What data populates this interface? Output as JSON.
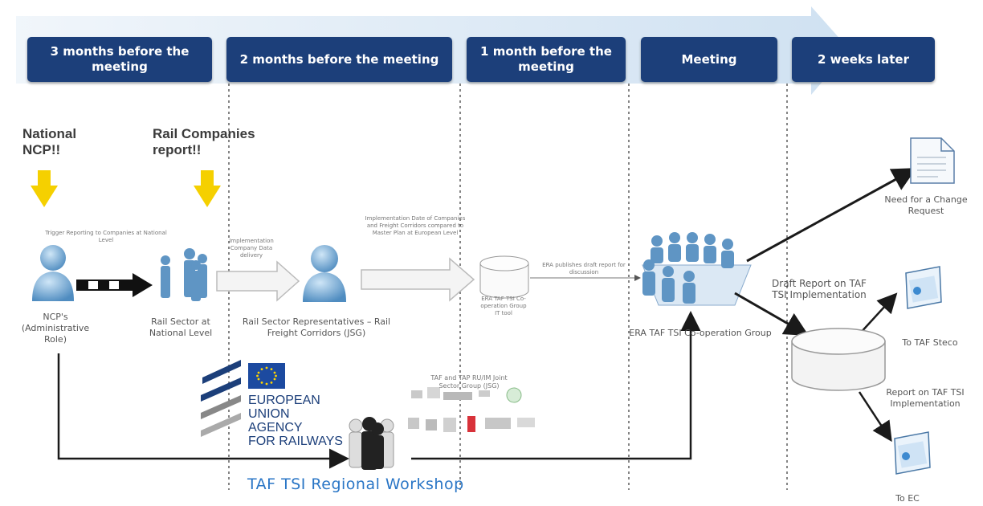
{
  "phases": [
    {
      "label": "3 months before the meeting"
    },
    {
      "label": "2 months before the meeting"
    },
    {
      "label": "1 month before the meeting"
    },
    {
      "label": "Meeting"
    },
    {
      "label": "2 weeks later"
    }
  ],
  "callouts": {
    "national_ncp": "National NCP!!",
    "rail_report": "Rail Companies report!!"
  },
  "actors": {
    "ncp": "NCP's (Administrative Role)",
    "rail_sector": "Rail Sector at National Level",
    "representatives": "Rail Sector Representatives – Rail Freight Corridors (JSG)",
    "it_tool": "ERA TAF TSI Co-operation Group IT tool",
    "coop_group": "ERA TAF TSI Co-operation Group"
  },
  "flow_notes": {
    "trigger": "Trigger Reporting to Companies at National Level",
    "implementation_data": "Implementation Company Data delivery",
    "compare": "Implementation Date of Companies and Freight Corridors compared to Master Plan at European Level",
    "publish": "ERA publishes draft report for discussion"
  },
  "outputs": {
    "change_request": "Need for a Change Request",
    "draft_report": "Draft Report on TAF TSI Implementation",
    "to_steco": "To TAF Steco",
    "report": "Report on TAF TSI Implementation",
    "to_ec": "To EC"
  },
  "logo": {
    "line1": "EUROPEAN",
    "line2": "UNION",
    "line3": "AGENCY",
    "line4": "FOR RAILWAYS"
  },
  "sector_group": {
    "label": "TAF and TAP RU/IM Joint Sector Group (JSG)"
  },
  "workshop": "TAF TSI Regional Workshop",
  "colors": {
    "phase_box": "#1c3f7a",
    "arrow_band": "#cfe0f0",
    "callout_arrow": "#f5d000",
    "workshop_text": "#2a76c6",
    "eu_blue": "#1c3f7a"
  }
}
